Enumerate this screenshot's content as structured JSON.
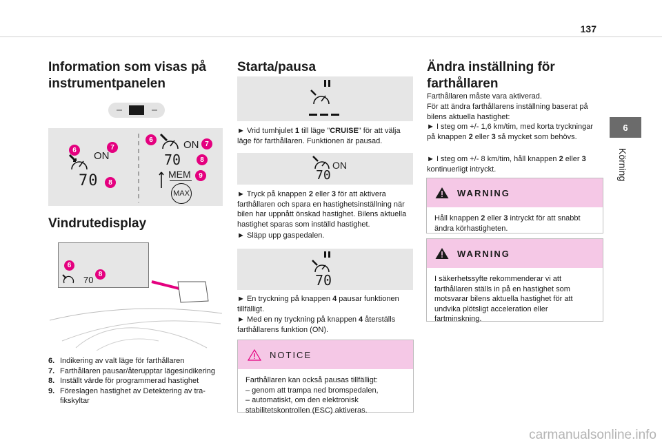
{
  "page": {
    "number": "137",
    "chapter_number": "6",
    "chapter_title": "Körning"
  },
  "col1": {
    "heading1": "Information som visas på instrumentpanelen",
    "panel_display": {
      "on_left": "ON",
      "speed_left": "70",
      "on_right": "ON",
      "speed_right": "70",
      "mem": "MEM",
      "max": "MAX"
    },
    "heading2": "Vindrutedisplay",
    "hud": {
      "speed": "70"
    },
    "badges": {
      "b6": "6",
      "b7": "7",
      "b8": "8",
      "b9": "9"
    },
    "legend": [
      {
        "n": "6.",
        "text": "Indikering av valt läge för farthållaren"
      },
      {
        "n": "7.",
        "text": "Farthållaren pausar/återupptar lägesindike­ring"
      },
      {
        "n": "8.",
        "text": "Inställt värde för programmerad hastighet"
      },
      {
        "n": "9.",
        "text": "Föreslagen hastighet av Detektering av tra­fikskyltar"
      }
    ]
  },
  "col2": {
    "heading": "Starta/pausa",
    "fig2_on": "ON",
    "fig2_speed": "70",
    "fig3_speed": "70",
    "step1": {
      "pre": "► Vrid tumhjulet ",
      "b1": "1",
      "mid": " till läge \"",
      "b2": "CRUISE",
      "post": "\" för att välja läge för farthållaren. Funktionen är pausad."
    },
    "step2": {
      "pre": "► Tryck på knappen ",
      "b1": "2",
      "mid": " eller ",
      "b2": "3",
      "post": " för att aktivera farthållaren och spara en hastighetsinställning när bilen har uppnått önskad hastighet. Bilens aktuella hastighet sparas som inställd hastighet."
    },
    "step2b": "► Släpp upp gaspedalen.",
    "step3": {
      "pre": "► En tryckning på knappen ",
      "b1": "4",
      "post": " pausar funktionen tillfälligt."
    },
    "step4": {
      "pre": "► Med en ny tryckning på knappen ",
      "b1": "4",
      "post": " återställs farthållarens funktion (ON)."
    },
    "notice": {
      "title": "NOTICE",
      "lines": [
        "Farthållaren kan också pausas tillfälligt:",
        "– genom att trampa ned bromspedalen,",
        "– automatiskt, om den elektronisk stabilitetskontrollen (ESC) aktiveras."
      ]
    }
  },
  "col3": {
    "heading": "Ändra inställning för farthållaren",
    "intro1": "Farthållaren måste vara aktiverad.",
    "intro2": "För att ändra farthållarens inställning baserat på bilens aktuella hastighet:",
    "bullet1": {
      "pre": "► I steg om +/- 1,6 km/tim, med korta tryckningar på knappen ",
      "b1": "2",
      "mid": " eller ",
      "b2": "3",
      "post": " så mycket som behövs."
    },
    "bullet2": {
      "pre": "► I steg om +/- 8 km/tim, håll knappen  ",
      "b1": "2",
      "mid": " eller ",
      "b2": "3",
      "post": " kontinuerligt intryckt."
    },
    "warning1": {
      "title": "WARNING",
      "pre": "Håll knappen ",
      "b1": "2",
      "mid": " eller ",
      "b2": "3",
      "post": " intryckt för att snabbt ändra körhastigheten."
    },
    "warning2": {
      "title": "WARNING",
      "text": "I säkerhetssyfte rekommenderar vi att farthållaren ställs in på en hastighet som motsvarar bilens aktuella hastighet för att undvika plötsligt acceleration eller fartminskning."
    }
  },
  "footer": {
    "watermark": "carmanualsonline.info"
  },
  "colors": {
    "accent": "#e4007f",
    "pink_head": "#f5c8e6",
    "panel": "#e6e6e6",
    "chapter_tab": "#6b6b6b"
  }
}
